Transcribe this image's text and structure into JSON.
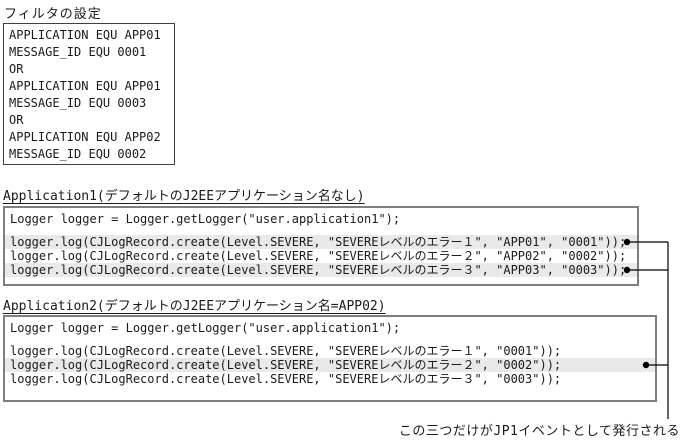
{
  "filter_section": {
    "title": "フィルタの設定",
    "lines": [
      "APPLICATION EQU APP01",
      "MESSAGE_ID EQU 0001",
      "OR",
      "APPLICATION EQU APP01",
      "MESSAGE_ID EQU 0003",
      "OR",
      "APPLICATION EQU APP02",
      "MESSAGE_ID EQU 0002"
    ]
  },
  "application1": {
    "heading": "Application1(デフォルトのJ2EEアプリケーション名なし)",
    "declaration": "Logger logger = Logger.getLogger(\"user.application1\");",
    "log_lines": [
      {
        "text": "logger.log(CJLogRecord.create(Level.SEVERE, \"SEVEREレベルのエラー１\", \"APP01\", \"0001\"));",
        "highlighted": true,
        "emits_jp1_event": true
      },
      {
        "text": "logger.log(CJLogRecord.create(Level.SEVERE, \"SEVEREレベルのエラー２\", \"APP02\", \"0002\"));",
        "highlighted": false,
        "emits_jp1_event": false
      },
      {
        "text": "logger.log(CJLogRecord.create(Level.SEVERE, \"SEVEREレベルのエラー３\", \"APP03\", \"0003\"));",
        "highlighted": true,
        "emits_jp1_event": true
      }
    ]
  },
  "application2": {
    "heading": "Application2(デフォルトのJ2EEアプリケーション名=APP02)",
    "declaration": "Logger logger = Logger.getLogger(\"user.application1\");",
    "log_lines": [
      {
        "text": "logger.log(CJLogRecord.create(Level.SEVERE, \"SEVEREレベルのエラー１\", \"0001\"));",
        "highlighted": false,
        "emits_jp1_event": false
      },
      {
        "text": "logger.log(CJLogRecord.create(Level.SEVERE, \"SEVEREレベルのエラー２\", \"0002\"));",
        "highlighted": true,
        "emits_jp1_event": true
      },
      {
        "text": "logger.log(CJLogRecord.create(Level.SEVERE, \"SEVEREレベルのエラー３\", \"0003\"));",
        "highlighted": false,
        "emits_jp1_event": false
      }
    ]
  },
  "footnote": "この三つだけがJP1イベントとして発行される",
  "colors": {
    "highlight_row": "#e9e9e9",
    "code_box_border": "#7f7f7f",
    "filter_box_border": "#404040",
    "connector": "#000000",
    "text": "#1a1a1a"
  }
}
